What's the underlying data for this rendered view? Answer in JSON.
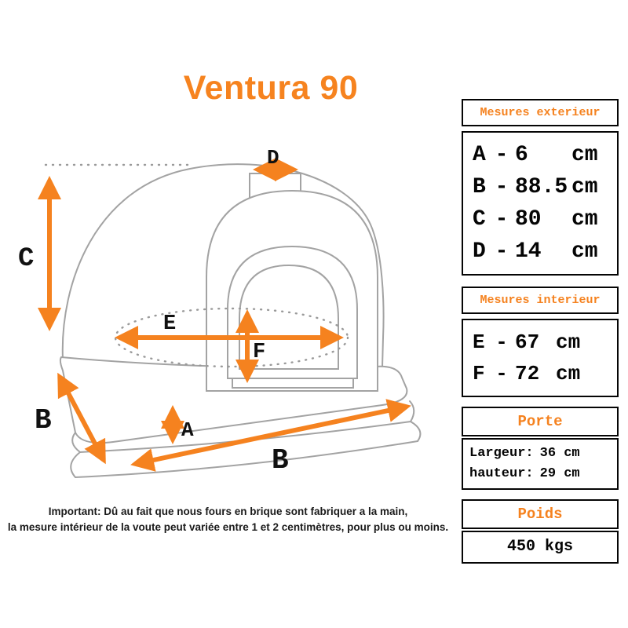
{
  "title": "Ventura 90",
  "colors": {
    "accent": "#F5821F",
    "line": "#A3A3A3",
    "border": "#050505"
  },
  "diagram": {
    "labels": {
      "a": "A",
      "b_depth": "B",
      "b_width": "B",
      "c": "C",
      "d": "D",
      "e": "E",
      "f": "F"
    }
  },
  "panels": [
    {
      "header": "Mesures exterieur",
      "rows": [
        {
          "letter": "A",
          "dash": "-",
          "value": "6",
          "unit": "cm"
        },
        {
          "letter": "B",
          "dash": "-",
          "value": "88.5",
          "unit": "cm"
        },
        {
          "letter": "C",
          "dash": "-",
          "value": "80",
          "unit": "cm"
        },
        {
          "letter": "D",
          "dash": "-",
          "value": "14",
          "unit": "cm"
        }
      ]
    },
    {
      "header": "Mesures interieur",
      "rows": [
        {
          "letter": "E",
          "dash": "-",
          "value": "67",
          "unit": "cm"
        },
        {
          "letter": "F",
          "dash": "-",
          "value": "72",
          "unit": "cm"
        }
      ]
    },
    {
      "header": "Porte",
      "rows": [
        {
          "label": "Largeur:",
          "value": "36 cm"
        },
        {
          "label": "hauteur:",
          "value": "29 cm"
        }
      ]
    },
    {
      "header": "Poids",
      "rows": [
        {
          "value": "450 kgs"
        }
      ]
    }
  ],
  "note": {
    "line1": "Important: Dû au fait que nous fours en brique sont fabriquer a la main,",
    "line2": "la mesure intérieur de la voute peut variée entre 1 et 2 centimètres, pour plus ou moins."
  }
}
